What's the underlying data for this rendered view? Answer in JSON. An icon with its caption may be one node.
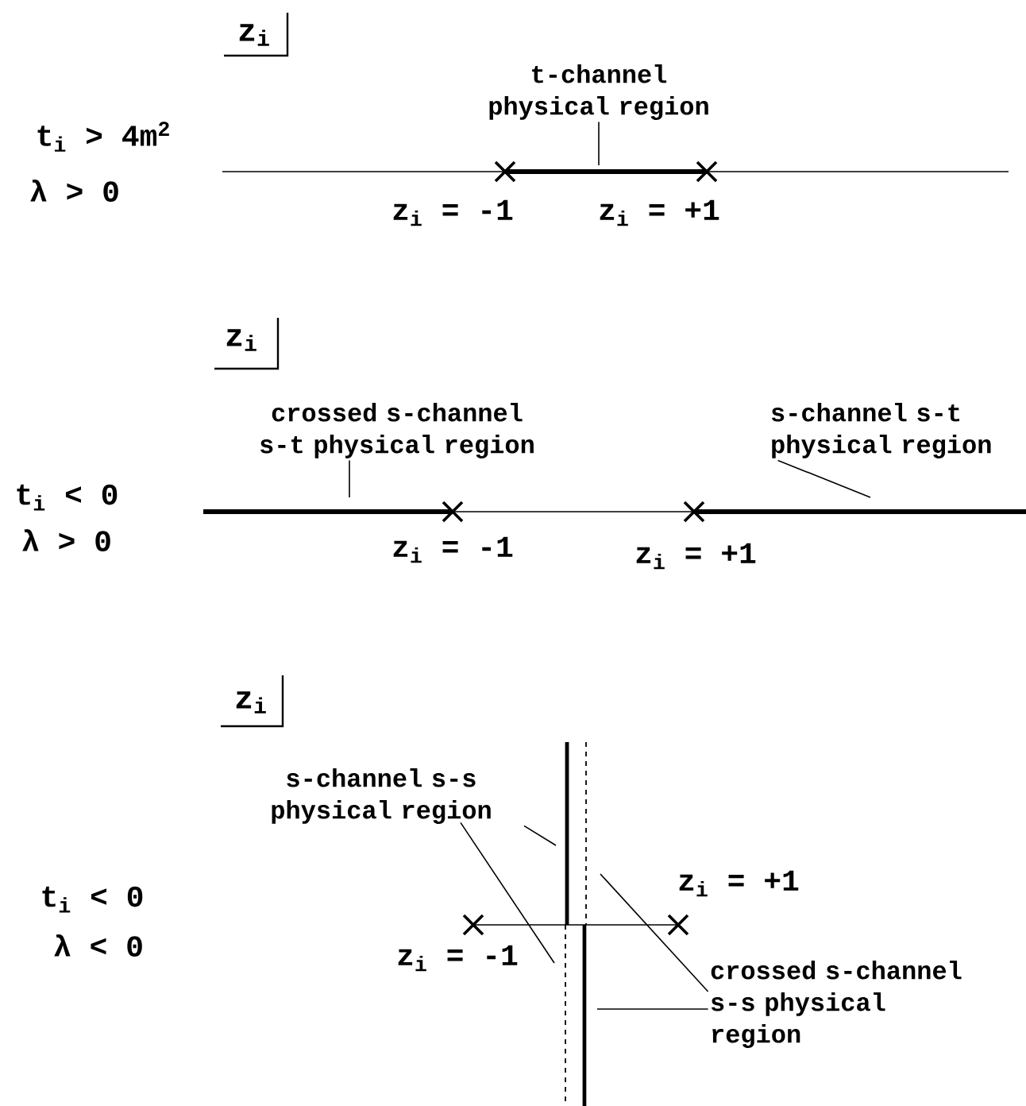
{
  "diagram": {
    "nodes": [
      {
        "text": [
          "t-channel physical region"
        ]
      },
      {
        "text": [
          "crossed s-channel s-t physical region"
        ]
      },
      {
        "text": [
          "s-channel s-t physical region"
        ]
      },
      {
        "text": [
          "s-channel s-s physical region"
        ]
      },
      {
        "text": [
          "crossed s-channel s-s physical region"
        ]
      }
    ],
    "edges": [
      {
        "from": 0,
        "to": null,
        "arrow": "none"
      },
      {
        "from": 1,
        "to": null,
        "arrow": "none"
      },
      {
        "from": 2,
        "to": null,
        "arrow": "none"
      },
      {
        "from": 3,
        "to": null,
        "arrow": "none"
      },
      {
        "from": 3,
        "to": null,
        "arrow": "none"
      },
      {
        "from": 4,
        "to": null,
        "arrow": "none"
      },
      {
        "from": 4,
        "to": null,
        "arrow": "none"
      }
    ],
    "labels": [
      "z$_{i}$",
      "t$_{i}$ > 4m$^{2}$",
      "λ > 0",
      "z$_{i}$ = -1",
      "z$_{i}$ = +1",
      "z$_{i}$",
      "t$_{i}$ < 0",
      "λ > 0",
      "z$_{i}$ = -1",
      "z$_{i}$ = +1",
      "z$_{i}$",
      "z$_{i}$ = +1",
      "t$_{i}$ < 0",
      "λ < 0",
      "z$_{i}$ = -1"
    ]
  }
}
